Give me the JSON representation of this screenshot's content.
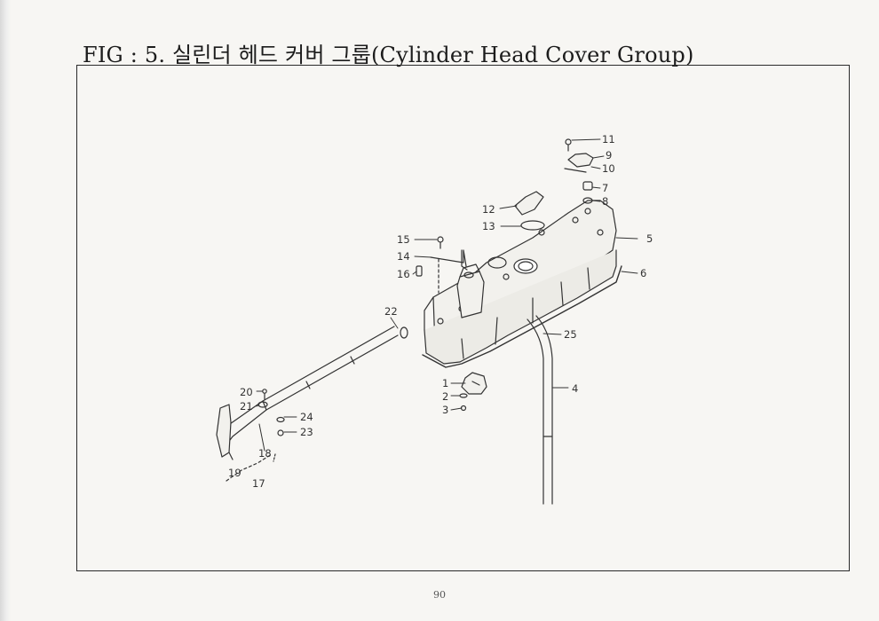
{
  "page": {
    "title": "FIG : 5. 실린더 헤드 커버 그룹(Cylinder Head Cover Group)",
    "page_number": "90"
  },
  "callouts": {
    "c1": "1",
    "c2": "2",
    "c3": "3",
    "c4": "4",
    "c5": "5",
    "c6": "6",
    "c7": "7",
    "c8": "8",
    "c9": "9",
    "c10": "10",
    "c11": "11",
    "c12": "12",
    "c13": "13",
    "c14": "14",
    "c15": "15",
    "c16": "16",
    "c17": "17",
    "c18": "18",
    "c19": "19",
    "c20": "20",
    "c21": "21",
    "c22": "22",
    "c23": "23",
    "c24": "24",
    "c25": "25"
  }
}
